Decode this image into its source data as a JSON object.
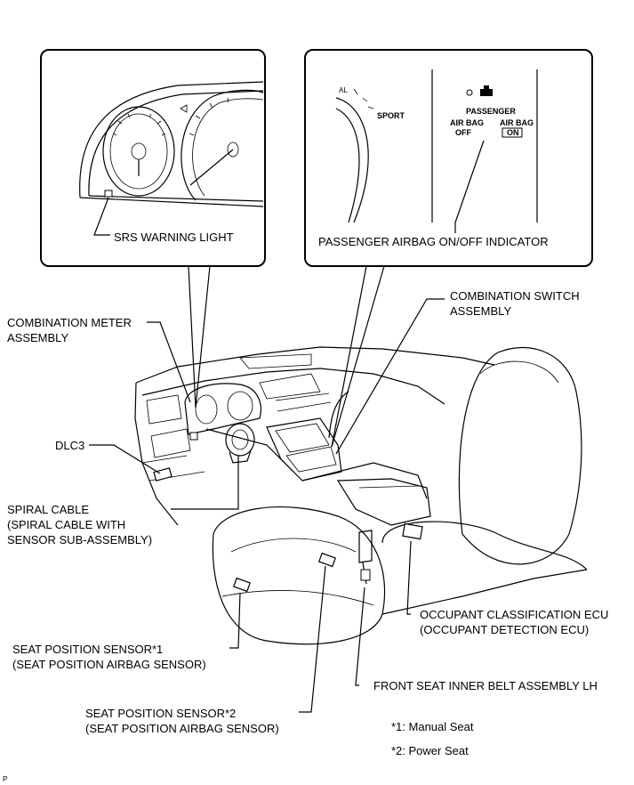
{
  "callouts": {
    "srs_warning_light": "SRS WARNING LIGHT",
    "passenger_airbag_indicator": "PASSENGER AIRBAG ON/OFF INDICATOR",
    "combination_meter": [
      "COMBINATION METER",
      "ASSEMBLY"
    ],
    "combination_switch": [
      "COMBINATION SWITCH",
      "ASSEMBLY"
    ],
    "dlc3": "DLC3",
    "spiral_cable": [
      "SPIRAL CABLE",
      "(SPIRAL CABLE WITH",
      "SENSOR SUB-ASSEMBLY)"
    ],
    "occupant_ecu": [
      "OCCUPANT CLASSIFICATION ECU",
      "(OCCUPANT DETECTION ECU)"
    ],
    "seat_sensor_1": [
      "SEAT POSITION SENSOR*1",
      "(SEAT POSITION AIRBAG SENSOR)"
    ],
    "front_seat_belt": "FRONT SEAT INNER BELT ASSEMBLY LH",
    "seat_sensor_2": [
      "SEAT POSITION SENSOR*2",
      "(SEAT POSITION AIRBAG SENSOR)"
    ]
  },
  "indicator_panel": {
    "gauge_text_partial": "AL",
    "sport": "SPORT",
    "passenger": "PASSENGER",
    "airbag_off_1": "AIR BAG",
    "airbag_off_2": "OFF",
    "airbag_on_1": "AIR BAG",
    "airbag_on_2": "ON"
  },
  "notes": {
    "note1": "*1: Manual Seat",
    "note2": "*2: Power Seat"
  },
  "corner_mark": "P"
}
